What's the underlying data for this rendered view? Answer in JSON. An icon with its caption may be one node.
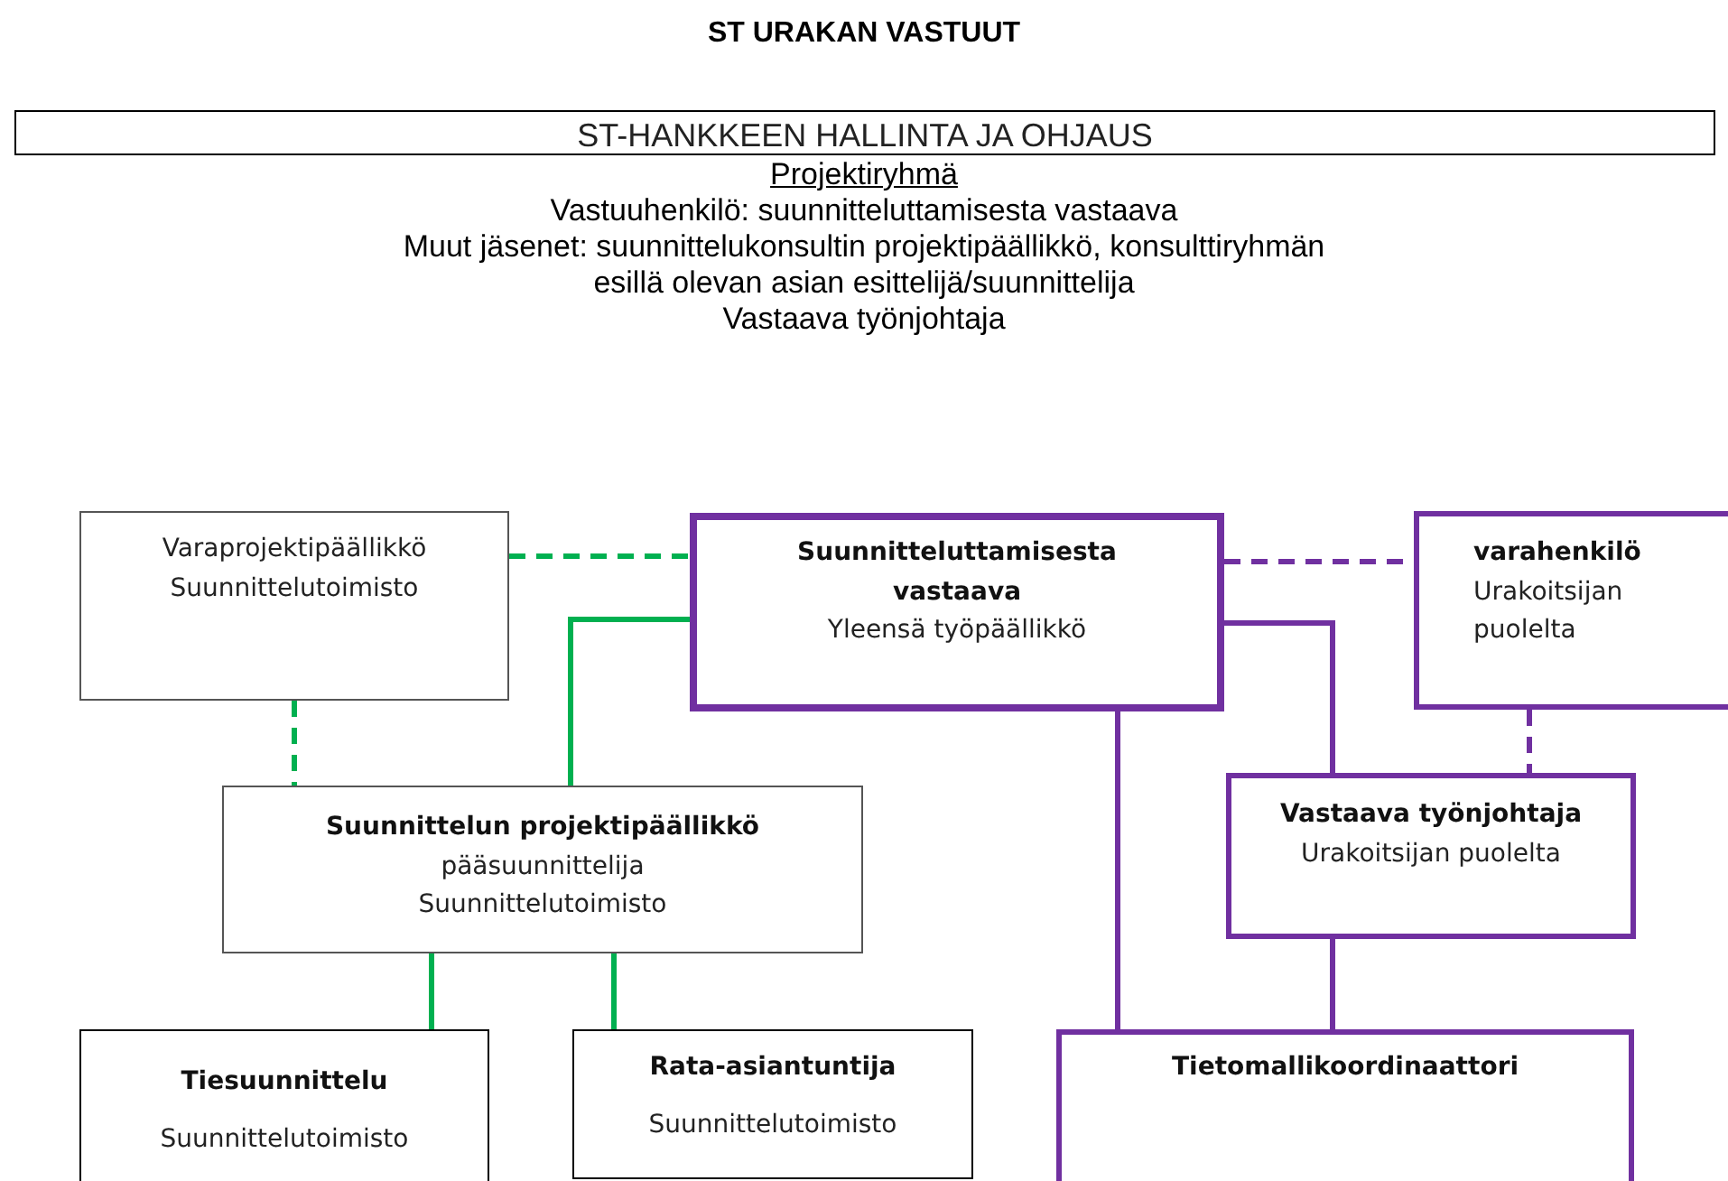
{
  "diagram": {
    "title": "ST URAKAN VASTUUT",
    "nodes": [
      {
        "text": [
          "ST-HANKKEEN HALLINTA JA OHJAUS"
        ]
      },
      {
        "text": [
          "Varaprojektipäällikkö",
          "Suunnittelutoimisto"
        ]
      },
      {
        "text": [
          "Suunnitteluttamisesta vastaava",
          "Yleensä työpäällikkö"
        ]
      },
      {
        "text": [
          "varahenkilö",
          "Urakoitsijan puolelta"
        ]
      },
      {
        "text": [
          "Suunnittelun projektipäällikkö",
          "pääsuunnittelija",
          "Suunnittelutoimisto"
        ]
      },
      {
        "text": [
          "Vastaava työnjohtaja",
          "Urakoitsijan puolelta"
        ]
      },
      {
        "text": [
          "Tiesuunnittelu",
          "Suunnittelutoimisto"
        ]
      },
      {
        "text": [
          "Rata-asiantuntija",
          "Suunnittelutoimisto"
        ]
      },
      {
        "text": [
          "Tietomallikoordinaattori"
        ]
      }
    ],
    "edges": [
      {
        "from": 1,
        "to": 2,
        "arrow": "none",
        "style": "dashed",
        "color": "#00b050"
      },
      {
        "from": 2,
        "to": 4,
        "arrow": "none",
        "color": "#00b050"
      },
      {
        "from": 1,
        "to": 4,
        "arrow": "none",
        "style": "dashed",
        "color": "#00b050"
      },
      {
        "from": 2,
        "to": 3,
        "arrow": "none",
        "style": "dashed",
        "color": "#7030a0"
      },
      {
        "from": 2,
        "to": 5,
        "arrow": "none",
        "color": "#7030a0"
      },
      {
        "from": 3,
        "to": 5,
        "arrow": "none",
        "style": "dashed",
        "color": "#7030a0"
      },
      {
        "from": 2,
        "to": 8,
        "arrow": "none",
        "color": "#7030a0"
      },
      {
        "from": 5,
        "to": 8,
        "arrow": "none",
        "color": "#7030a0"
      },
      {
        "from": 4,
        "to": 6,
        "arrow": "none",
        "color": "#00b050"
      },
      {
        "from": 4,
        "to": 7,
        "arrow": "none",
        "color": "#00b050"
      }
    ],
    "labels": [
      "Projektiryhmä",
      "Vastuuhenkilö: suunnitteluttamisesta vastaava",
      "Muut jäsenet: suunnittelukonsultin projektipäällikkö, konsulttiryhmän esillä olevan asian esittelijä/suunnittelija",
      "Vastaava työnjohtaja"
    ]
  }
}
